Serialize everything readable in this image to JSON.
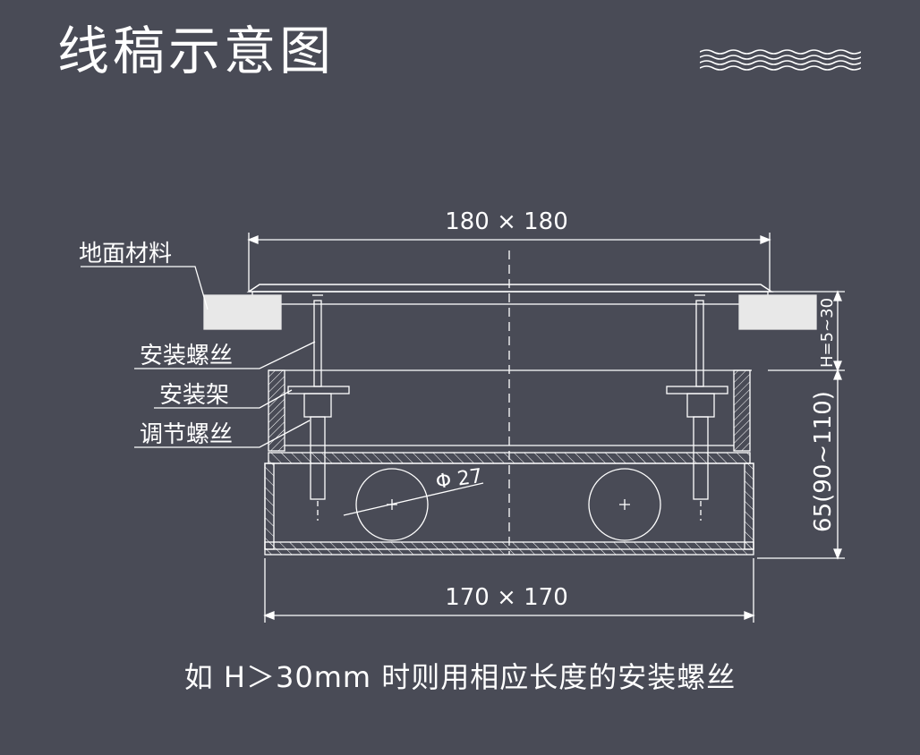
{
  "title": "线稿示意图",
  "labels": {
    "top_dim": "180 × 180",
    "bottom_dim": "170 × 170",
    "floor_material": "地面材料",
    "install_screw": "安装螺丝",
    "install_bracket": "安装架",
    "adjust_screw": "调节螺丝",
    "pipe_dia": "Φ 27",
    "height_small": "H=5~30",
    "height_body": "65(90~110)"
  },
  "note": "如 H＞30mm 时则用相应长度的安装螺丝",
  "colors": {
    "background": "#494b56",
    "line": "#ffffff",
    "floor": "#e8e8e8"
  },
  "icons": [
    "wave-icon"
  ]
}
